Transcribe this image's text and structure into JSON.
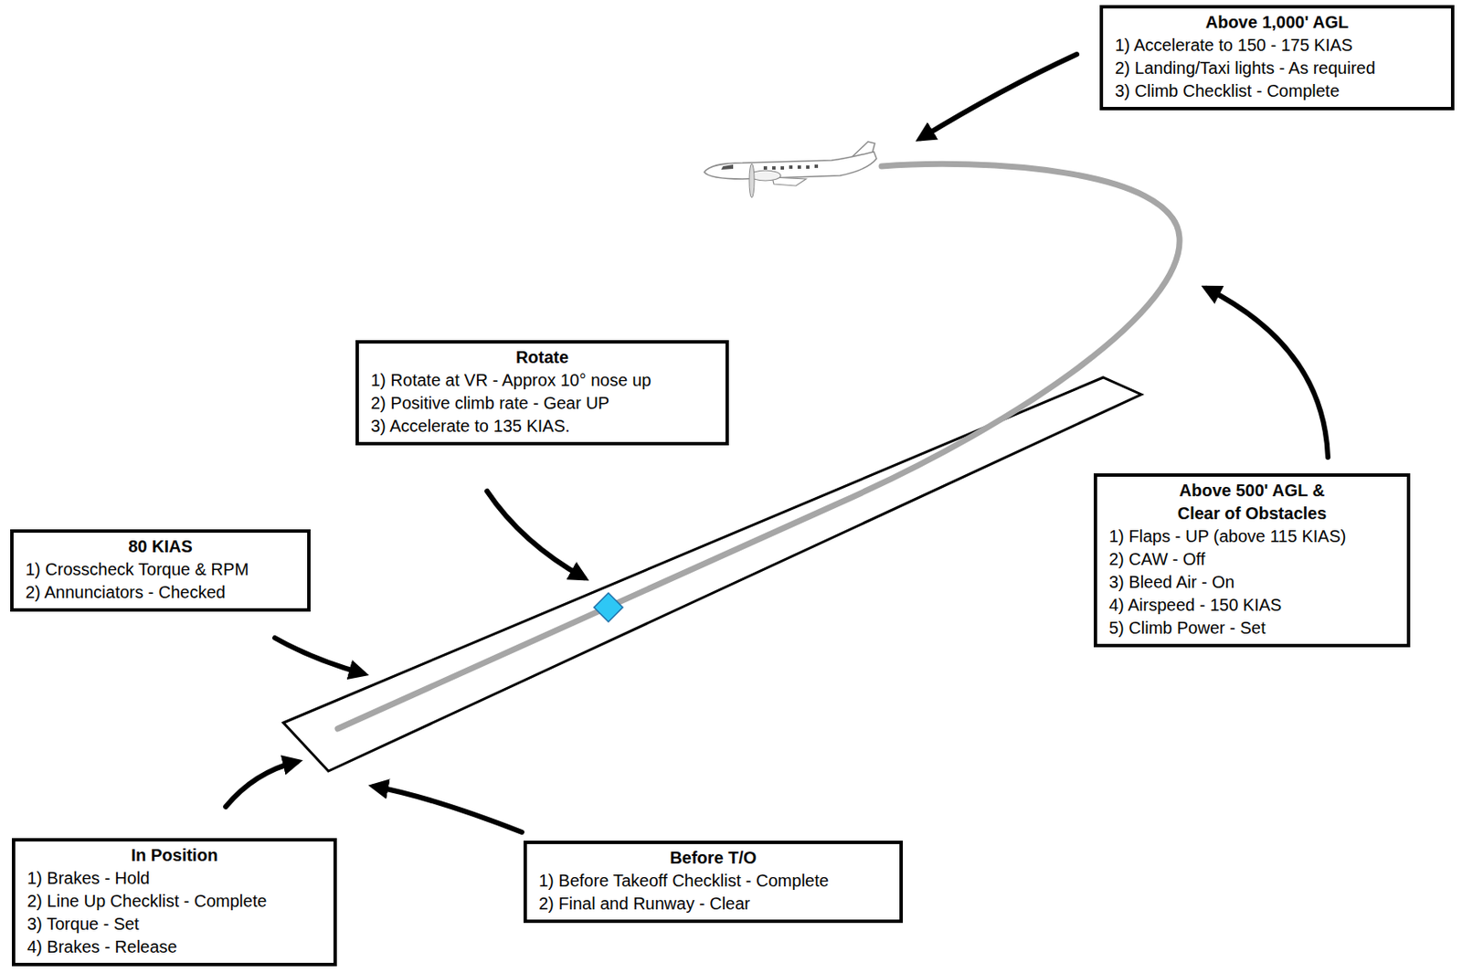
{
  "diagram": {
    "nodes": [
      {
        "text": [
          "Above 1,000' AGL",
          "1) Accelerate to 150 - 175 KIAS",
          "2) Landing/Taxi lights - As required",
          "3) Climb Checklist - Complete"
        ]
      },
      {
        "text": [
          "Rotate",
          "1) Rotate at VR - Approx 10° nose up",
          "2) Positive climb rate - Gear UP",
          "3) Accelerate to 135 KIAS."
        ]
      },
      {
        "text": [
          "80 KIAS",
          "1) Crosscheck Torque & RPM",
          "2) Annunciators - Checked"
        ]
      },
      {
        "text": [
          "Above 500' AGL & Clear of Obstacles",
          "1) Flaps - UP (above 115 KIAS)",
          "2) CAW - Off",
          "3) Bleed Air - On",
          "4) Airspeed - 150 KIAS",
          "5) Climb Power - Set"
        ]
      },
      {
        "text": [
          "In Position",
          "1) Brakes - Hold",
          "2) Line Up Checklist - Complete",
          "3) Torque - Set",
          "4) Brakes - Release"
        ]
      },
      {
        "text": [
          "Before T/O",
          "1) Before Takeoff Checklist - Complete",
          "2) Final and Runway - Clear"
        ]
      }
    ]
  }
}
